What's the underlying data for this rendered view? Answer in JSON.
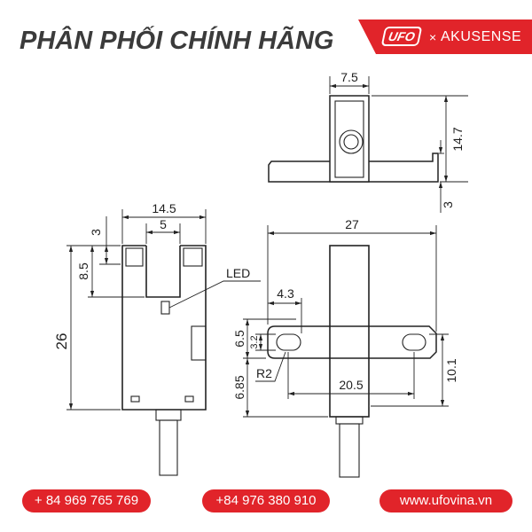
{
  "header": {
    "title": "PHÂN PHỐI CHÍNH HÃNG",
    "brand_logo": "UFO",
    "separator": "×",
    "partner_brand": "AKUSENSE"
  },
  "drawing": {
    "top_view": {
      "width": "7.5",
      "height": "14.7",
      "flange_thickness": "3"
    },
    "front_view": {
      "width": "14.5",
      "slot_width": "5",
      "top_offset": "3",
      "slot_depth": "8.5",
      "height": "26",
      "led": "LED"
    },
    "side_view": {
      "length": "27",
      "hole_offset": "4.3",
      "upper_offset": "6.5",
      "hole_size": "3.2",
      "radius": "R2",
      "hole_pitch": "20.5",
      "lower_offset": "6.85",
      "plate_height": "10.1"
    }
  },
  "contacts": {
    "phone_1": "+ 84 969 765 769",
    "phone_2": "+84 976 380 910",
    "website": "www.ufovina.vn"
  },
  "colors": {
    "accent": "#e1242a",
    "title": "#3b3b3b",
    "line": "#222222"
  }
}
